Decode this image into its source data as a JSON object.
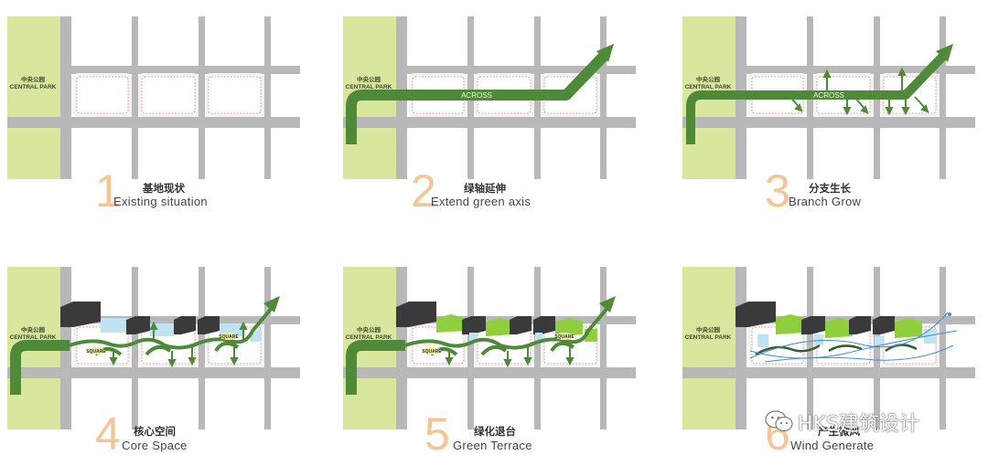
{
  "park": {
    "cn": "中央公园",
    "en": "CENTRAL PARK"
  },
  "panels": [
    {
      "num": "1",
      "cn": "基地现状",
      "en": "Existing situation"
    },
    {
      "num": "2",
      "cn": "绿轴延伸",
      "en": "Extend green axis",
      "label": "ACROSS"
    },
    {
      "num": "3",
      "cn": "分支生长",
      "en": "Branch Grow",
      "label": "ACROSS"
    },
    {
      "num": "4",
      "cn": "核心空间",
      "en": "Core Space",
      "square": "SQUARE"
    },
    {
      "num": "5",
      "cn": "绿化退台",
      "en": "Green Terrace",
      "square": "SQUARE"
    },
    {
      "num": "6",
      "cn": "产生微风",
      "en": "Wind Generate"
    }
  ],
  "watermark": {
    "text": "HKS建筑设计",
    "icon": "wechat-icon"
  },
  "colors": {
    "park": "#d9e69d",
    "road": "#b8b8b8",
    "axis": "#4f8a38",
    "number": "#f6c596",
    "building": "#3a3a3a"
  }
}
